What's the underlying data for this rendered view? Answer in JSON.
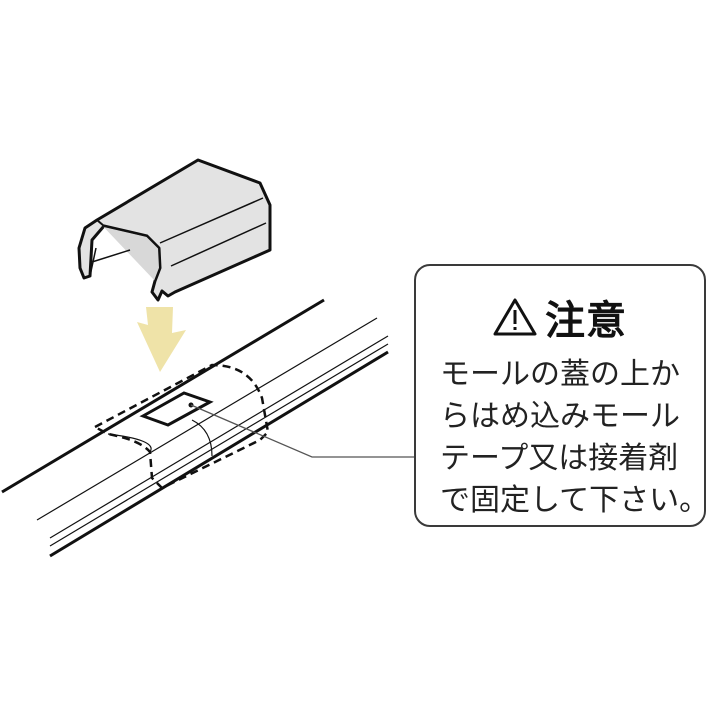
{
  "caution": {
    "icon": "warning-triangle-icon",
    "title": "注意",
    "lines": [
      "モールの蓋の上か",
      "らはめ込みモール",
      "テープ又は接着剤",
      "で固定して下さい。"
    ]
  },
  "colors": {
    "arrow": "#efe3a8",
    "cover_fill": "#e3e3e3",
    "line": "#111111",
    "leader": "#555555"
  }
}
